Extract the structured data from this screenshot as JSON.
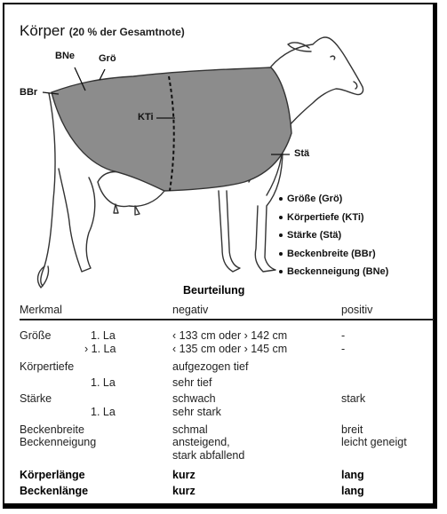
{
  "title": {
    "main": "Körper",
    "sub": "(20 % der Gesamtnote)"
  },
  "diagram_labels": {
    "bne": "BNe",
    "gro": "Grö",
    "bbr": "BBr",
    "kti": "KTi",
    "sta": "Stä"
  },
  "legend": [
    "Größe (Grö)",
    "Körpertiefe (KTi)",
    "Stärke (Stä)",
    "Beckenbreite (BBr)",
    "Beckenneigung (BNe)"
  ],
  "table": {
    "group_header": "Beurteilung",
    "headers": {
      "merkmal": "Merkmal",
      "negativ": "negativ",
      "positiv": "positiv"
    },
    "rows": [
      {
        "merkmal": "Größe",
        "sub": "1. La",
        "negativ": "‹ 133 cm oder › 142 cm",
        "positiv": "-"
      },
      {
        "merkmal": "",
        "sub": "› 1. La",
        "negativ": "‹ 135 cm oder › 145 cm",
        "positiv": "-"
      },
      {
        "merkmal": "Körpertiefe",
        "sub": "",
        "negativ": "aufgezogen  tief",
        "positiv": ""
      },
      {
        "merkmal": "",
        "sub": "1. La",
        "negativ": "sehr tief",
        "positiv": ""
      },
      {
        "merkmal": "Stärke",
        "sub": "",
        "negativ": "schwach",
        "positiv": "stark"
      },
      {
        "merkmal": "",
        "sub": "1. La",
        "negativ": "sehr stark",
        "positiv": ""
      },
      {
        "merkmal": "Beckenbreite",
        "sub": "",
        "negativ": "schmal",
        "positiv": "breit"
      },
      {
        "merkmal": "Beckenneigung",
        "sub": "",
        "negativ": "ansteigend,",
        "positiv": "leicht geneigt"
      },
      {
        "merkmal": "",
        "sub": "",
        "negativ": "stark abfallend",
        "positiv": ""
      },
      {
        "merkmal": "Körperlänge",
        "sub": "",
        "negativ": "kurz",
        "positiv": "lang"
      },
      {
        "merkmal": "Beckenlänge",
        "sub": "",
        "negativ": "kurz",
        "positiv": "lang"
      }
    ]
  },
  "colors": {
    "body_fill": "#8c8c8c",
    "outline": "#333333",
    "rule": "#222222"
  }
}
